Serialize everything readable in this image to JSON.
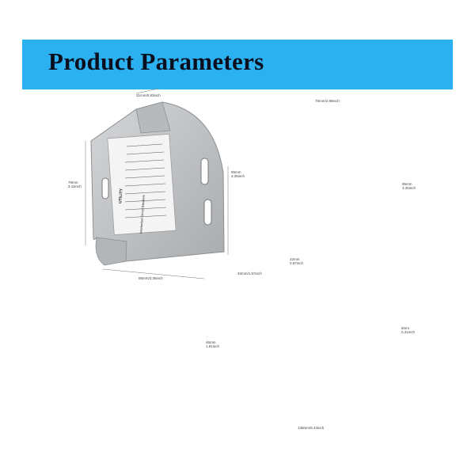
{
  "banner": {
    "title": "Product Parameters"
  },
  "dimensions": {
    "bracket_top_width": "21mm/0.83inch",
    "bracket_height_left": "79mm 3.11inch",
    "bracket_height_right": "85mm 3.35inch",
    "bracket_width": "85mm/3.35inch",
    "template_width": "75mm/2.95inch",
    "template_height": "85mm 3.35inch",
    "lplate_tab": "22mm 0.87inch",
    "lplate_top": "40mm/1.57inch",
    "lplate_height": "46mm 1.81inch",
    "lplate_right": "8mm 0.31inch",
    "lplate_bottom": "138mm/5.43inch"
  },
  "labels": {
    "utility": "UTILITY",
    "interlocked": "Interlocked Circuit Breakers"
  }
}
